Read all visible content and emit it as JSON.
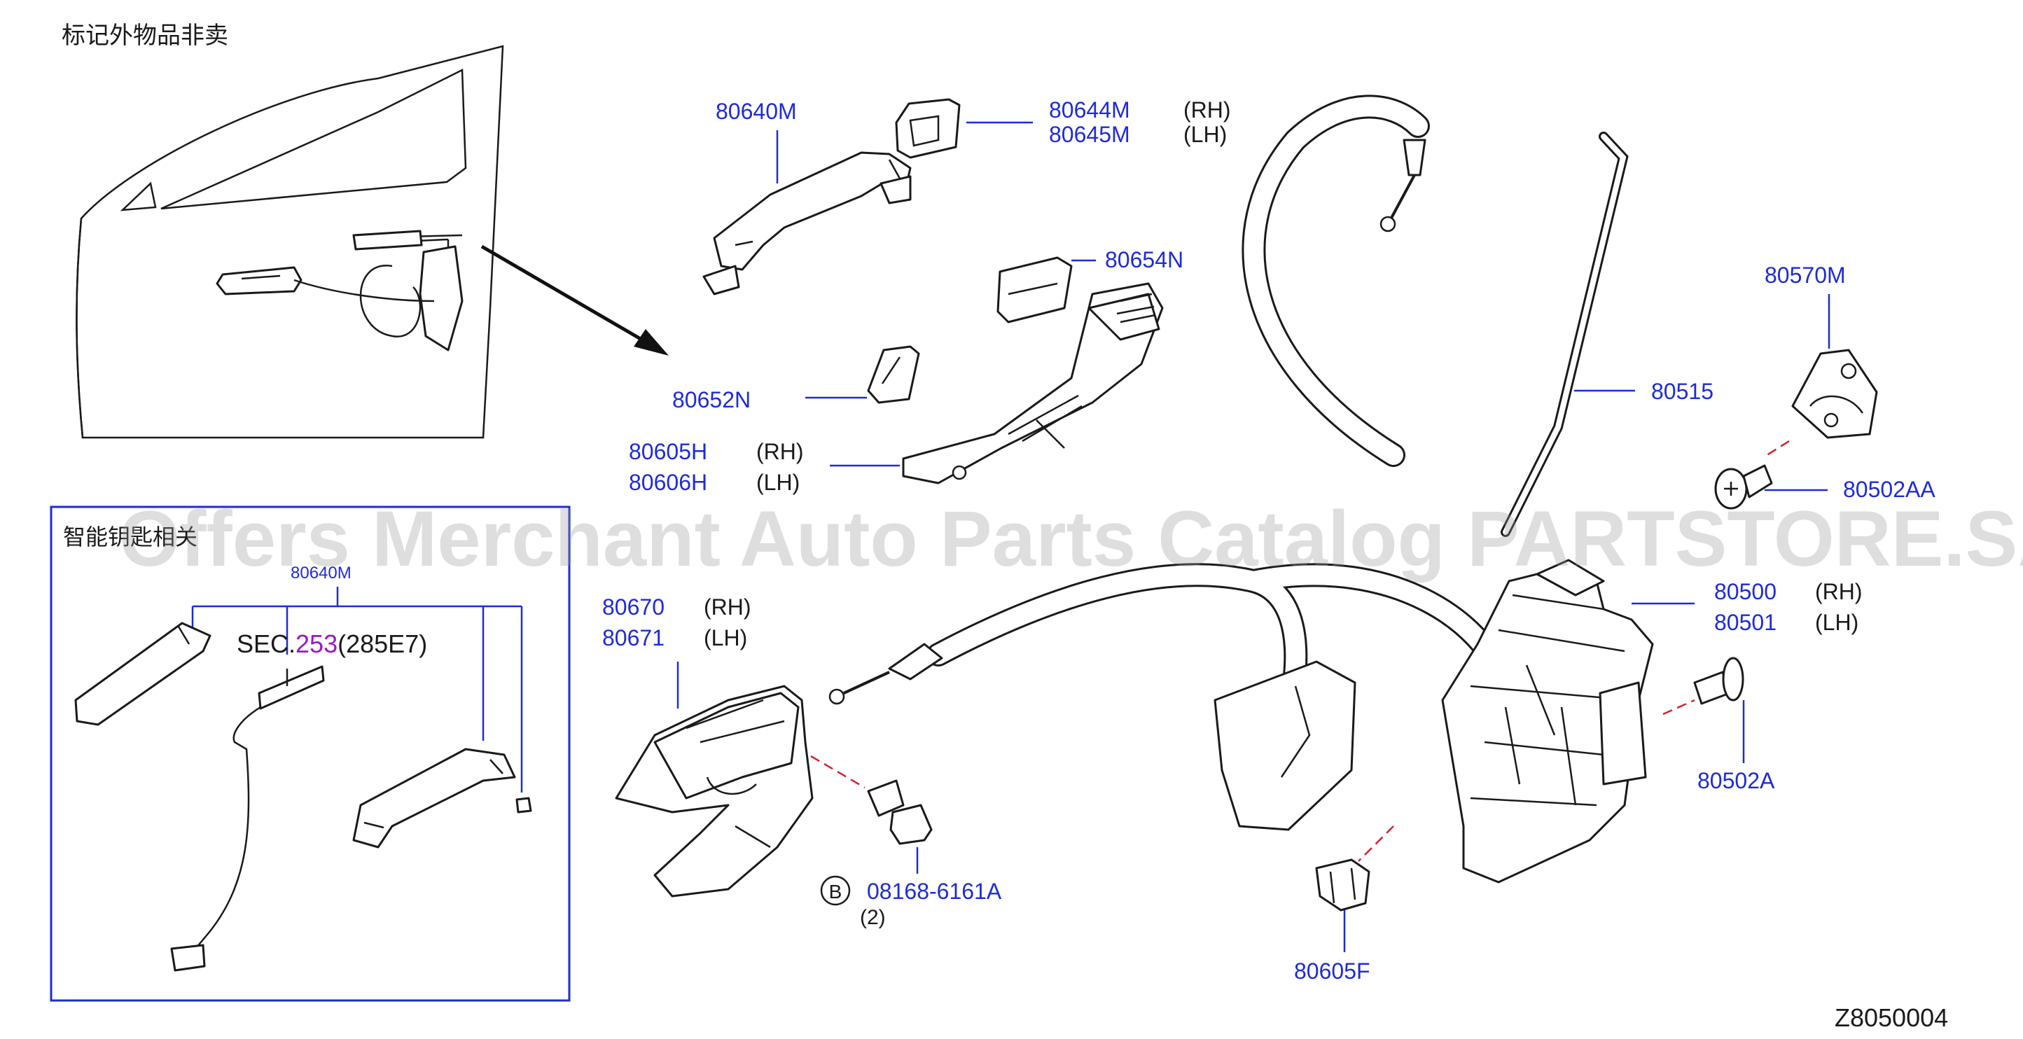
{
  "header_note": "标记外物品非卖",
  "inset_title": "智能钥匙相关",
  "diagram_code": "Z8050004",
  "watermark": "Offers Merchant Auto Parts Catalog PARTSTORE.SA",
  "callouts": {
    "p80640M": "80640M",
    "p80644M": "80644M",
    "p80645M": "80645M",
    "p80654N": "80654N",
    "p80652N": "80652N",
    "p80605H": "80605H",
    "p80606H": "80606H",
    "p80515": "80515",
    "p80570M": "80570M",
    "p80502AA": "80502AA",
    "p80500": "80500",
    "p80501": "80501",
    "p80670": "80670",
    "p80671": "80671",
    "p80502A": "80502A",
    "p08168": "08168-6161A",
    "p80605F": "80605F",
    "inset_80640M": "80640M"
  },
  "sides": {
    "rh": "(RH)",
    "lh": "(LH)"
  },
  "bolt_badge": "B",
  "bolt_qty": "(2)",
  "section_ref": {
    "prefix": "SEC.",
    "number": "253",
    "suffix": "(285E7)"
  }
}
